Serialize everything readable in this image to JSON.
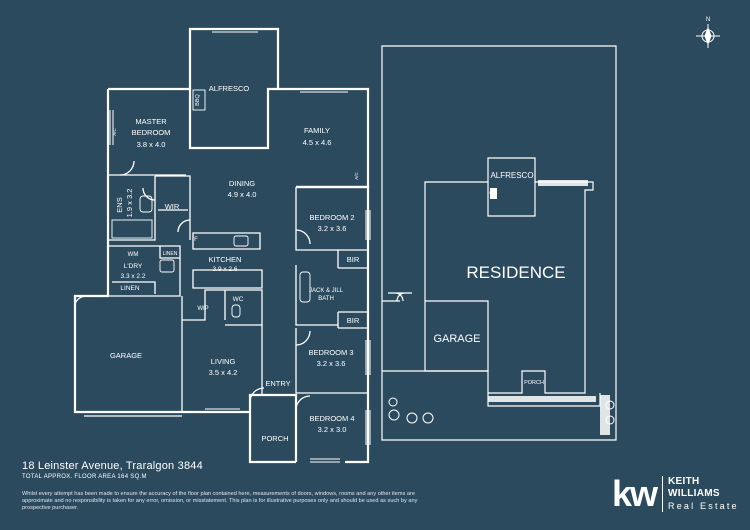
{
  "rooms": {
    "alfresco": "ALFRESCO",
    "bbq": "BBQ",
    "master_bedroom_line1": "MASTER",
    "master_bedroom_line2": "BEDROOM",
    "master_bedroom_size": "3.8 x 4.0",
    "family": "FAMILY",
    "family_size": "4.5 x 4.6",
    "ens": "ENS",
    "ens_size": "1.9 x 3.2",
    "wir": "WIR",
    "dining": "DINING",
    "dining_size": "4.9 x 4.0",
    "bedroom2": "BEDROOM 2",
    "bedroom2_size": "3.2 x 3.6",
    "bir_top": "BIR",
    "wm": "WM",
    "linen_top": "LINEN",
    "ldry": "L'DRY",
    "ldry_size": "3.3 x 2.2",
    "fridge": "F",
    "kitchen": "KITCHEN",
    "kitchen_size": "3.9 x 2.6",
    "jack_jill_line1": "JACK & JILL",
    "jack_jill_line2": "BATH",
    "linen_bottom": "LINEN",
    "wip": "WIP",
    "wc": "WC",
    "bir_bottom": "BIR",
    "garage": "GARAGE",
    "bedroom3": "BEDROOM 3",
    "bedroom3_size": "3.2 x 3.6",
    "living": "LIVING",
    "living_size": "3.5 x 4.2",
    "entry": "ENTRY",
    "bedroom4": "BEDROOM 4",
    "bedroom4_size": "3.2 x 3.0",
    "porch": "PORCH",
    "ac1": "A/C",
    "ac2": "A/C"
  },
  "site": {
    "north": "N",
    "alfresco": "ALFRESCO",
    "bbq": "BBQ",
    "residence": "RESIDENCE",
    "garage": "GARAGE",
    "porch": "PORCH"
  },
  "footer": {
    "address": "18 Leinster Avenue, Traralgon 3844",
    "area": "TOTAL APPROX. FLOOR AREA 164 SQ.M",
    "disclaimer": "Whilst every attempt has been made to ensure the accuracy of the floor plan contained here, measurements of doors, windows, rooms and any other items are approximate and no responsibility is taken for any error, omission, or misstatement. This plan is for illustrative purposes only and should be used as such by any prospective purchaser."
  },
  "brand": {
    "logo": "kw",
    "name": "KEITH WILLIAMS",
    "sub": "Real Estate"
  },
  "colors": {
    "background": "#2b4a5e",
    "lines": "#ffffff"
  }
}
